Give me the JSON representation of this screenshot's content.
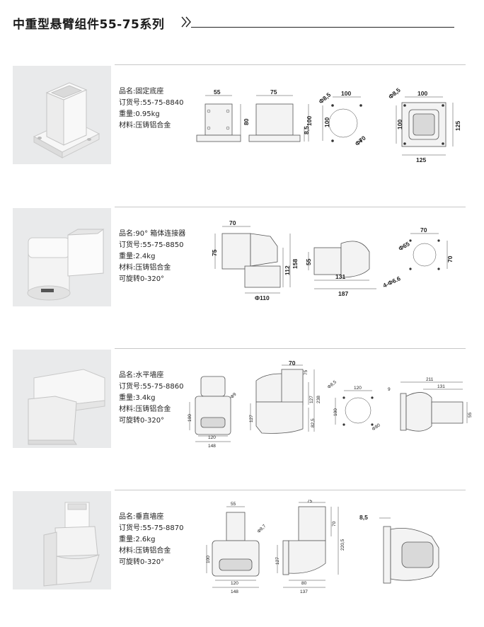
{
  "page": {
    "title": "中重型悬臂组件55-75系列"
  },
  "products": [
    {
      "name": "品名:固定底座",
      "order_no": "订货号:55-75-8840",
      "weight": "重量:0.95kg",
      "material": "材料:压铸铝合金",
      "rotation": "",
      "dims": {
        "a": "55",
        "b": "80",
        "c": "75",
        "d": "8,5",
        "e": "100",
        "f": "Φ8,5",
        "g": "100",
        "h": "Φ70",
        "i": "Φ8,5",
        "j": "100",
        "k": "100",
        "l": "125",
        "m": "125"
      }
    },
    {
      "name": "品名:90° 箱体连接器",
      "order_no": "订货号:55-75-8850",
      "weight": "重量:2.4kg",
      "material": "材料:压铸铝合金",
      "rotation": "可旋转0-320°",
      "dims": {
        "a": "70",
        "b": "75",
        "c": "112",
        "d": "158",
        "e": "Φ110",
        "f": "55",
        "g": "131",
        "h": "187",
        "i": "Φ65",
        "j": "70",
        "k": "70",
        "l": "4-Φ6.6"
      }
    },
    {
      "name": "品名:水平墙座",
      "order_no": "订货号:55-75-8860",
      "weight": "重量:3.4kg",
      "material": "材料:压铸铝合金",
      "rotation": "可旋转0-320°",
      "dims": {
        "a": "Φ9",
        "b": "100",
        "c": "120",
        "d": "148",
        "e": "70",
        "f": "75",
        "g": "127",
        "h": "238",
        "i": "82,5",
        "j": "127",
        "k": "Φ8,5",
        "l": "120",
        "m": "100",
        "n": "Φ80",
        "o": "9",
        "p": "211",
        "q": "131",
        "r": "55"
      }
    },
    {
      "name": "品名:垂直墙座",
      "order_no": "订货号:55-75-8870",
      "weight": "重量:2.6kg",
      "material": "材料:压铸铝合金",
      "rotation": "可旋转0-320°",
      "dims": {
        "a": "55",
        "b": "Φ8,7",
        "c": "100",
        "d": "120",
        "e": "148",
        "f": "75",
        "g": "70",
        "h": "220,5",
        "i": "127",
        "j": "80",
        "k": "137",
        "l": "8,5"
      }
    }
  ]
}
